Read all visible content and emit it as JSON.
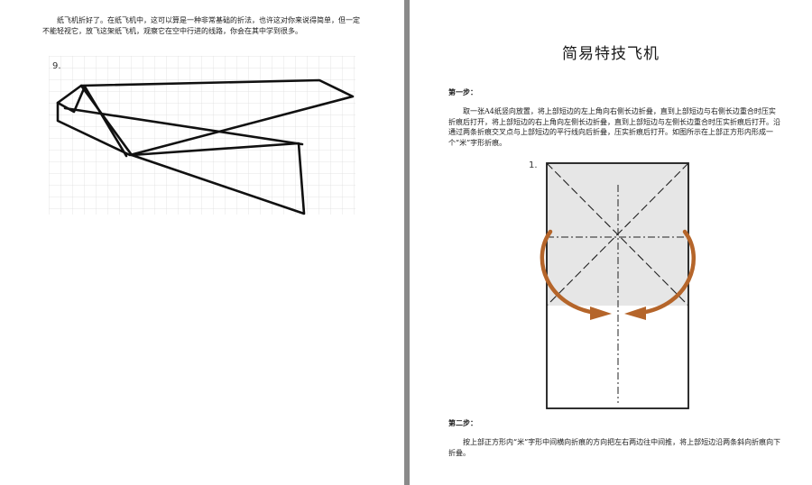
{
  "left_page": {
    "intro_text": "纸飞机折好了。在纸飞机中，这可以算是一种非常基础的折法，也许这对你来说得简单，但一定不能轻视它，放飞这架纸飞机，观察它在空中行进的线路，你会在其中学到很多。",
    "figure_label": "9."
  },
  "right_page": {
    "title": "简易特技飞机",
    "step1_heading": "第一步：",
    "step1_text": "取一张A4纸竖向放置，将上部短边的左上角向右侧长边折叠，直到上部短边与右侧长边重合时压实折痕后打开，将上部短边的右上角向左侧长边折叠，直到上部短边与左侧长边重合时压实折痕后打开。沿通过两条折痕交叉点与上部短边的平行线向后折叠，压实折痕后打开。如图所示在上部正方形内形成一个“米”字形折痕。",
    "figure_label": "1.",
    "step2_heading": "第二步：",
    "step2_text": "按上部正方形内“米”字形中间横向折痕的方向把左右两边往中间推，将上部短边沿两条斜向折痕向下折叠。"
  },
  "colors": {
    "arrow": "#b5652a",
    "shade": "#e6e6e6",
    "divider": "#8a8a8a"
  }
}
